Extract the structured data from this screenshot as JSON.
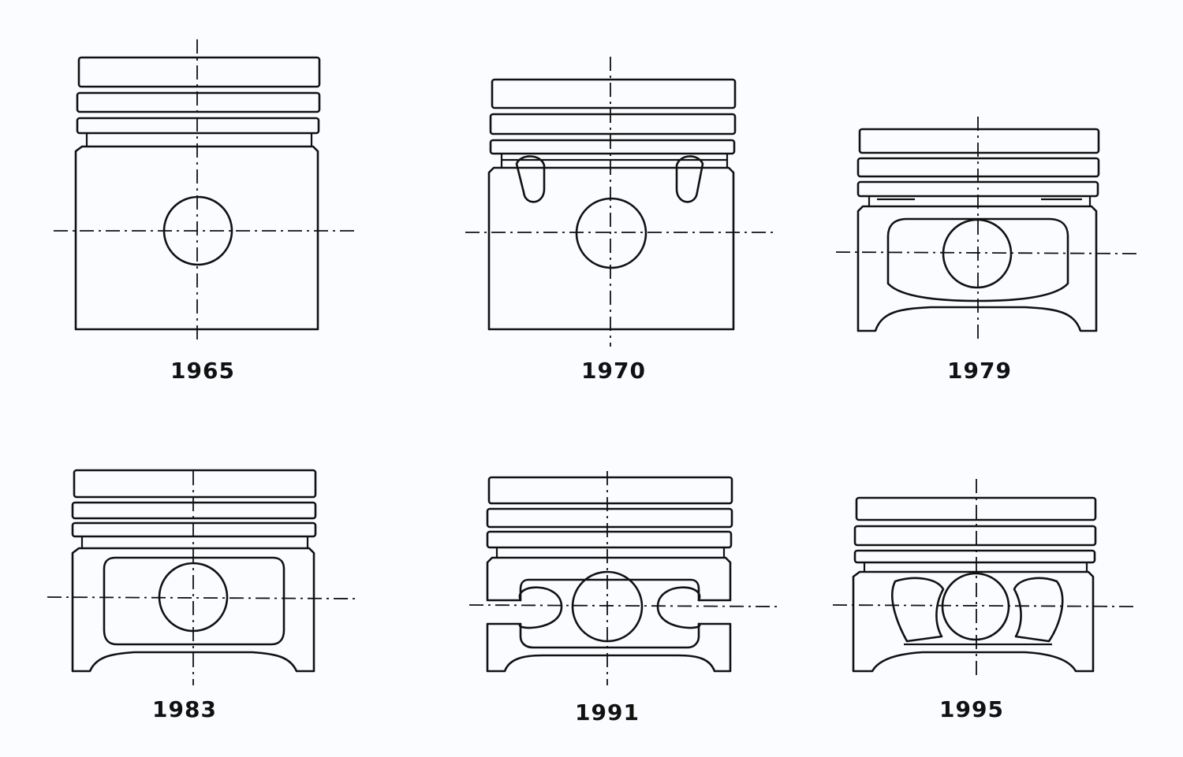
{
  "pistons": [
    {
      "id": "piston-1965",
      "year": "1965"
    },
    {
      "id": "piston-1970",
      "year": "1970"
    },
    {
      "id": "piston-1979",
      "year": "1979"
    },
    {
      "id": "piston-1983",
      "year": "1983"
    },
    {
      "id": "piston-1991",
      "year": "1991"
    },
    {
      "id": "piston-1995",
      "year": "1995"
    }
  ],
  "colors": {
    "ink": "#111111",
    "paper": "#fbfcff"
  }
}
